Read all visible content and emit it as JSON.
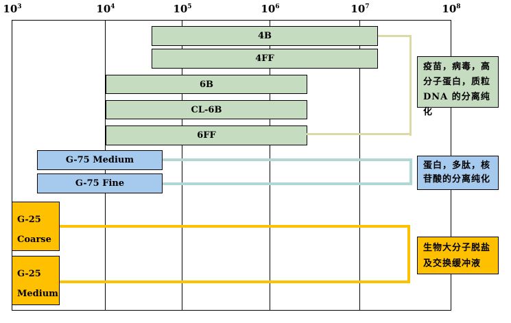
{
  "colors": {
    "green_fill": "#c6dcc1",
    "blue_fill": "#a6c9ee",
    "yellow_fill": "#ffc000",
    "bar_border": "#000000",
    "khaki_connector": "#ddd9a6",
    "blue_connector": "#b0d6d6",
    "yellow_connector": "#ffc000"
  },
  "axis": {
    "ticks": [
      {
        "base": "10",
        "exp": "3"
      },
      {
        "base": "10",
        "exp": "4"
      },
      {
        "base": "10",
        "exp": "5"
      },
      {
        "base": "10",
        "exp": "6"
      },
      {
        "base": "10",
        "exp": "7"
      },
      {
        "base": "10",
        "exp": "8"
      }
    ]
  },
  "bars": [
    {
      "label": "4B"
    },
    {
      "label": "4FF"
    },
    {
      "label": "6B"
    },
    {
      "label": "CL-6B"
    },
    {
      "label": "6FF"
    },
    {
      "label": "G-75 Medium"
    },
    {
      "label": "G-75 Fine"
    },
    {
      "label": "G-25\nCoarse"
    },
    {
      "label": "G-25\nMedium"
    }
  ],
  "annotations": {
    "green": {
      "text": "疫苗，病毒，高\n分子蛋白，质粒\nDNA 的分离纯化"
    },
    "blue": {
      "text": "蛋白，多肽，核\n苷酸的分离纯化"
    },
    "yellow": {
      "text": "生物大分子脱盐\n及交换缓冲液"
    }
  },
  "chart_data": {
    "type": "bar",
    "orientation": "horizontal-range",
    "x_scale": "log",
    "xlim": [
      1000,
      100000000
    ],
    "x_tick_labels": [
      "10^3",
      "10^4",
      "10^5",
      "10^6",
      "10^7",
      "10^8"
    ],
    "grid": true,
    "series": [
      {
        "name": "4B",
        "group": "green",
        "range": [
          40000,
          16000000
        ]
      },
      {
        "name": "4FF",
        "group": "green",
        "range": [
          40000,
          16000000
        ]
      },
      {
        "name": "6B",
        "group": "green",
        "range": [
          10000,
          3000000
        ]
      },
      {
        "name": "CL-6B",
        "group": "green",
        "range": [
          10000,
          3000000
        ]
      },
      {
        "name": "6FF",
        "group": "green",
        "range": [
          10000,
          3000000
        ]
      },
      {
        "name": "G-75 Medium",
        "group": "blue",
        "range": [
          2000,
          60000
        ]
      },
      {
        "name": "G-75 Fine",
        "group": "blue",
        "range": [
          2000,
          60000
        ]
      },
      {
        "name": "G-25 Coarse",
        "group": "yellow",
        "range": [
          1000,
          3000
        ]
      },
      {
        "name": "G-25 Medium",
        "group": "yellow",
        "range": [
          1000,
          3000
        ]
      }
    ],
    "annotations": [
      {
        "group": "green",
        "text": "疫苗，病毒，高分子蛋白，质粒DNA 的分离纯化"
      },
      {
        "group": "blue",
        "text": "蛋白，多肽，核苷酸的分离纯化"
      },
      {
        "group": "yellow",
        "text": "生物大分子脱盐及交换缓冲液"
      }
    ]
  }
}
